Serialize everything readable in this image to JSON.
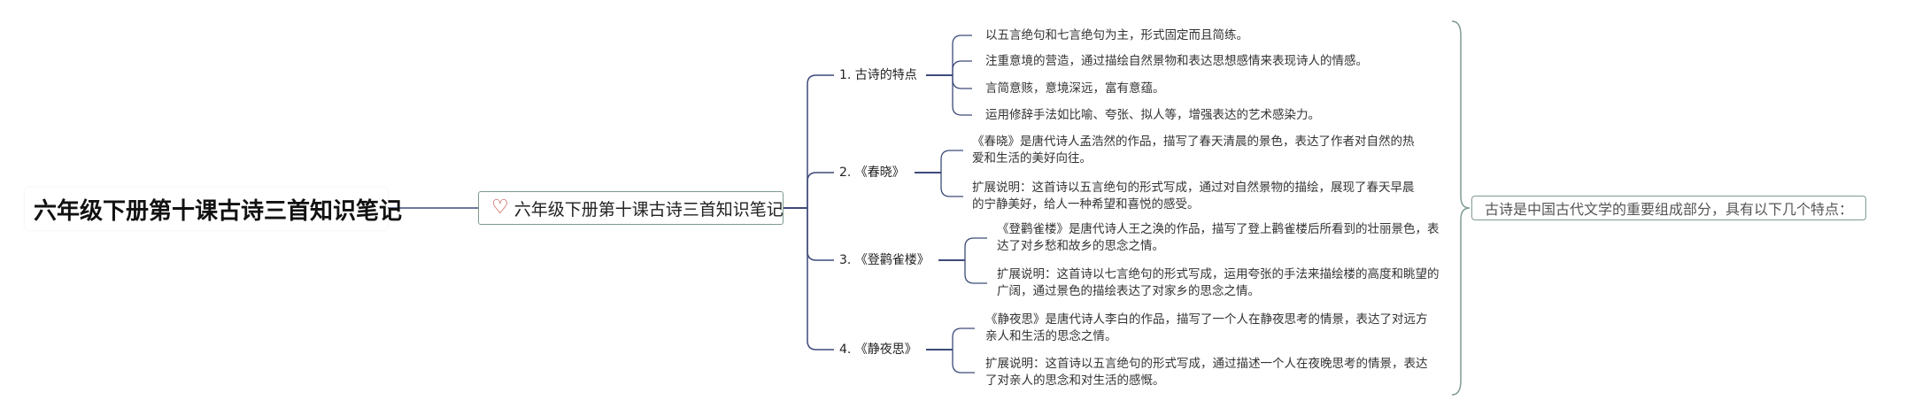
{
  "root": {
    "title": "六年级下册第十课古诗三首知识笔记"
  },
  "center": {
    "title": "六年级下册第十课古诗三首知识笔记",
    "icon": "heart-icon"
  },
  "branches": [
    {
      "label": "1. 古诗的特点",
      "leaves": [
        "以五言绝句和七言绝句为主，形式固定而且简练。",
        "注重意境的营造，通过描绘自然景物和表达思想感情来表现诗人的情感。",
        "言简意赅，意境深远，富有意蕴。",
        "运用修辞手法如比喻、夸张、拟人等，增强表达的艺术感染力。"
      ]
    },
    {
      "label": "2. 《春晓》",
      "leaves": [
        "《春晓》是唐代诗人孟浩然的作品，描写了春天清晨的景色，表达了作者对自然的热爱和生活的美好向往。",
        "扩展说明：这首诗以五言绝句的形式写成，通过对自然景物的描绘，展现了春天早晨的宁静美好，给人一种希望和喜悦的感受。"
      ]
    },
    {
      "label": "3. 《登鹳雀楼》",
      "leaves": [
        "《登鹳雀楼》是唐代诗人王之涣的作品，描写了登上鹳雀楼后所看到的壮丽景色，表达了对乡愁和故乡的思念之情。",
        "扩展说明：这首诗以七言绝句的形式写成，运用夸张的手法来描绘楼的高度和眺望的广阔，通过景色的描绘表达了对家乡的思念之情。"
      ]
    },
    {
      "label": "4. 《静夜思》",
      "leaves": [
        "《静夜思》是唐代诗人李白的作品，描写了一个人在静夜思考的情景，表达了对远方亲人和生活的思念之情。",
        "扩展说明：这首诗以五言绝句的形式写成，通过描述一个人在夜晚思考的情景，表达了对亲人的思念和对生活的感慨。"
      ]
    }
  ],
  "summary": {
    "text": "古诗是中国古代文学的重要组成部分，具有以下几个特点："
  },
  "colors": {
    "line": "#3d4a7a",
    "node_border": "#7e9b8e",
    "bracket": "#7e9b8e",
    "heart": "#c0392b"
  }
}
